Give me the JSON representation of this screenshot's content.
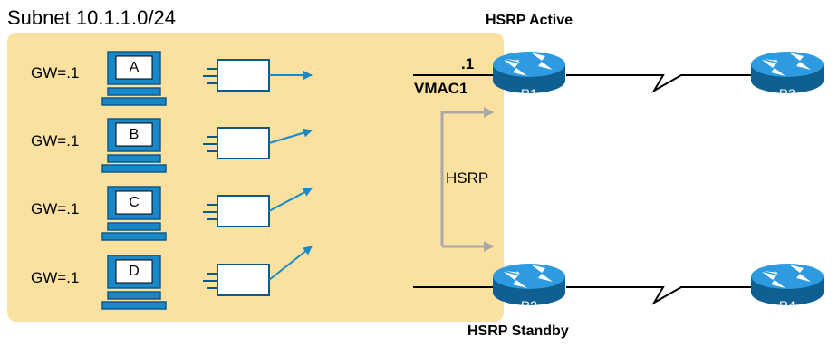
{
  "subnet_label": "Subnet 10.1.1.0/24",
  "hosts": [
    {
      "gateway": "GW=.1",
      "name": "A"
    },
    {
      "gateway": "GW=.1",
      "name": "B"
    },
    {
      "gateway": "GW=.1",
      "name": "C"
    },
    {
      "gateway": "GW=.1",
      "name": "D"
    }
  ],
  "hsrp_active_label": "HSRP Active",
  "hsrp_standby_label": "HSRP Standby",
  "vip_label": ".1",
  "vmac_label": "VMAC1",
  "hsrp_link_label": "HSRP",
  "routers": {
    "r1": "R1",
    "r2": "R2",
    "r3": "R3",
    "r4": "R4"
  },
  "colors": {
    "subnet_fill": "#fbe1a0",
    "router_blue": "#1a87c9",
    "pc_blue": "#1a87c9",
    "hsrp_gray": "#a8a8a8"
  }
}
